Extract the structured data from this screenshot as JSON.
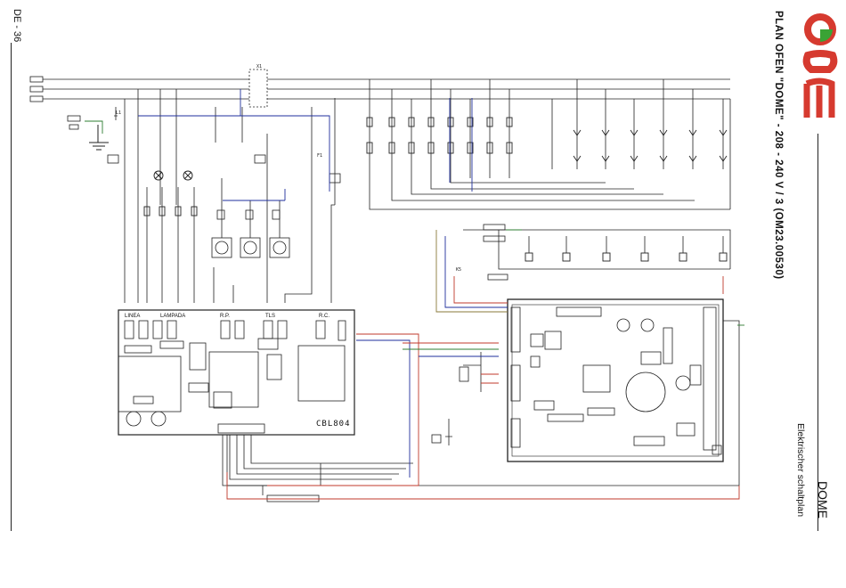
{
  "page_number": "DE - 36",
  "logo_text": "oem",
  "title": "PLAN OFEN \"DOME\" - 208 - 240 V / 3 (OM23.00530)",
  "oven_name": "DOME",
  "subtitle": "Elektrischer schaltplan",
  "board_left": {
    "label": "CBL804",
    "sections": [
      "LINEA",
      "LAMPADA",
      "R.P.",
      "TLS",
      "R.C."
    ]
  },
  "colors": {
    "wire": "#222222",
    "blue": "#1f2f9c",
    "green": "#2e7d32",
    "red": "#c0392b",
    "olive": "#8a7a3a",
    "brand_red": "#d63a2f",
    "brand_green": "#3aa335"
  }
}
